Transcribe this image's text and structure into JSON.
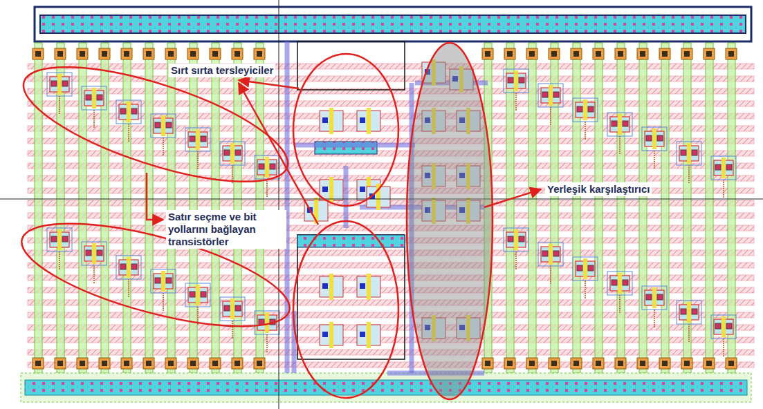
{
  "diagram": {
    "labels": [
      "Sırt sırta tersleyiciler",
      "Satır seçme ve bit yollarını bağlayan transistörler",
      "Yerleşik karşılaştırıcı"
    ]
  }
}
